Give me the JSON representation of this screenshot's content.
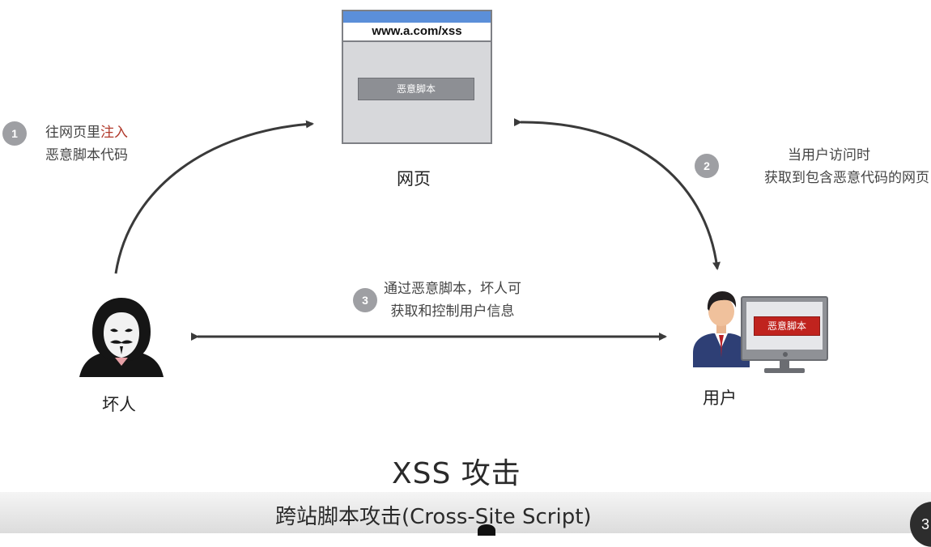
{
  "browser": {
    "url": "www.a.com/xss",
    "malicious_button": "恶意脚本"
  },
  "webpage_label": "网页",
  "step1": {
    "number": "1",
    "line1_prefix": "往网页里",
    "line1_highlight": "注入",
    "line2": "恶意脚本代码"
  },
  "step2": {
    "number": "2",
    "line1": "当用户访问时",
    "line2": "获取到包含恶意代码的网页"
  },
  "step3": {
    "number": "3",
    "line1": "通过恶意脚本，坏人可",
    "line2": "获取和控制用户信息"
  },
  "attacker_label": "坏人",
  "user_label": "用户",
  "user_screen_button": "恶意脚本",
  "title": "XSS 攻击",
  "subtitle": "跨站脚本攻击(Cross-Site Script)",
  "page_badge": "3",
  "colors": {
    "highlight": "#b13a2c",
    "browser_bar": "#5b8fd9",
    "user_button": "#c0231e"
  },
  "icons": [
    "hacker-icon",
    "user-icon",
    "monitor-icon"
  ]
}
